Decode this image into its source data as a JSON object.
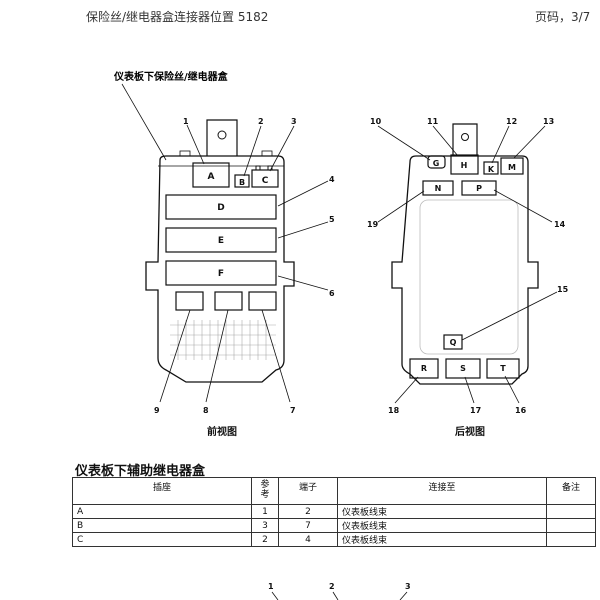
{
  "header": {
    "title": "保险丝/继电器盒连接器位置 5182",
    "page": "页码，3/7"
  },
  "diagram": {
    "title": "仪表板下保险丝/继电器盒",
    "front_caption": "前视图",
    "rear_caption": "后视图",
    "front_slots": {
      "A": "A",
      "B": "B",
      "C": "C",
      "D": "D",
      "E": "E",
      "F": "F"
    },
    "rear_slots": {
      "G": "G",
      "H": "H",
      "K": "K",
      "M": "M",
      "N": "N",
      "P": "P",
      "Q": "Q",
      "R": "R",
      "S": "S",
      "T": "T"
    },
    "front_callouts": [
      "1",
      "2",
      "3",
      "4",
      "5",
      "6",
      "7",
      "8",
      "9"
    ],
    "rear_callouts": [
      "10",
      "11",
      "12",
      "13",
      "14",
      "15",
      "16",
      "17",
      "18",
      "19"
    ],
    "bottom_callouts": [
      "1",
      "2",
      "3"
    ]
  },
  "table": {
    "section_title": "仪表板下辅助继电器盒",
    "headers": {
      "plug": "插座",
      "ref_line1": "参",
      "ref_line2": "考",
      "terminal": "端子",
      "connects_to": "连接至",
      "note": "备注"
    },
    "rows": [
      {
        "plug": "A",
        "ref": "1",
        "terminal": "2",
        "connects_to": "仪表板线束"
      },
      {
        "plug": "B",
        "ref": "3",
        "terminal": "7",
        "connects_to": "仪表板线束"
      },
      {
        "plug": "C",
        "ref": "2",
        "terminal": "4",
        "connects_to": "仪表板线束"
      }
    ]
  }
}
